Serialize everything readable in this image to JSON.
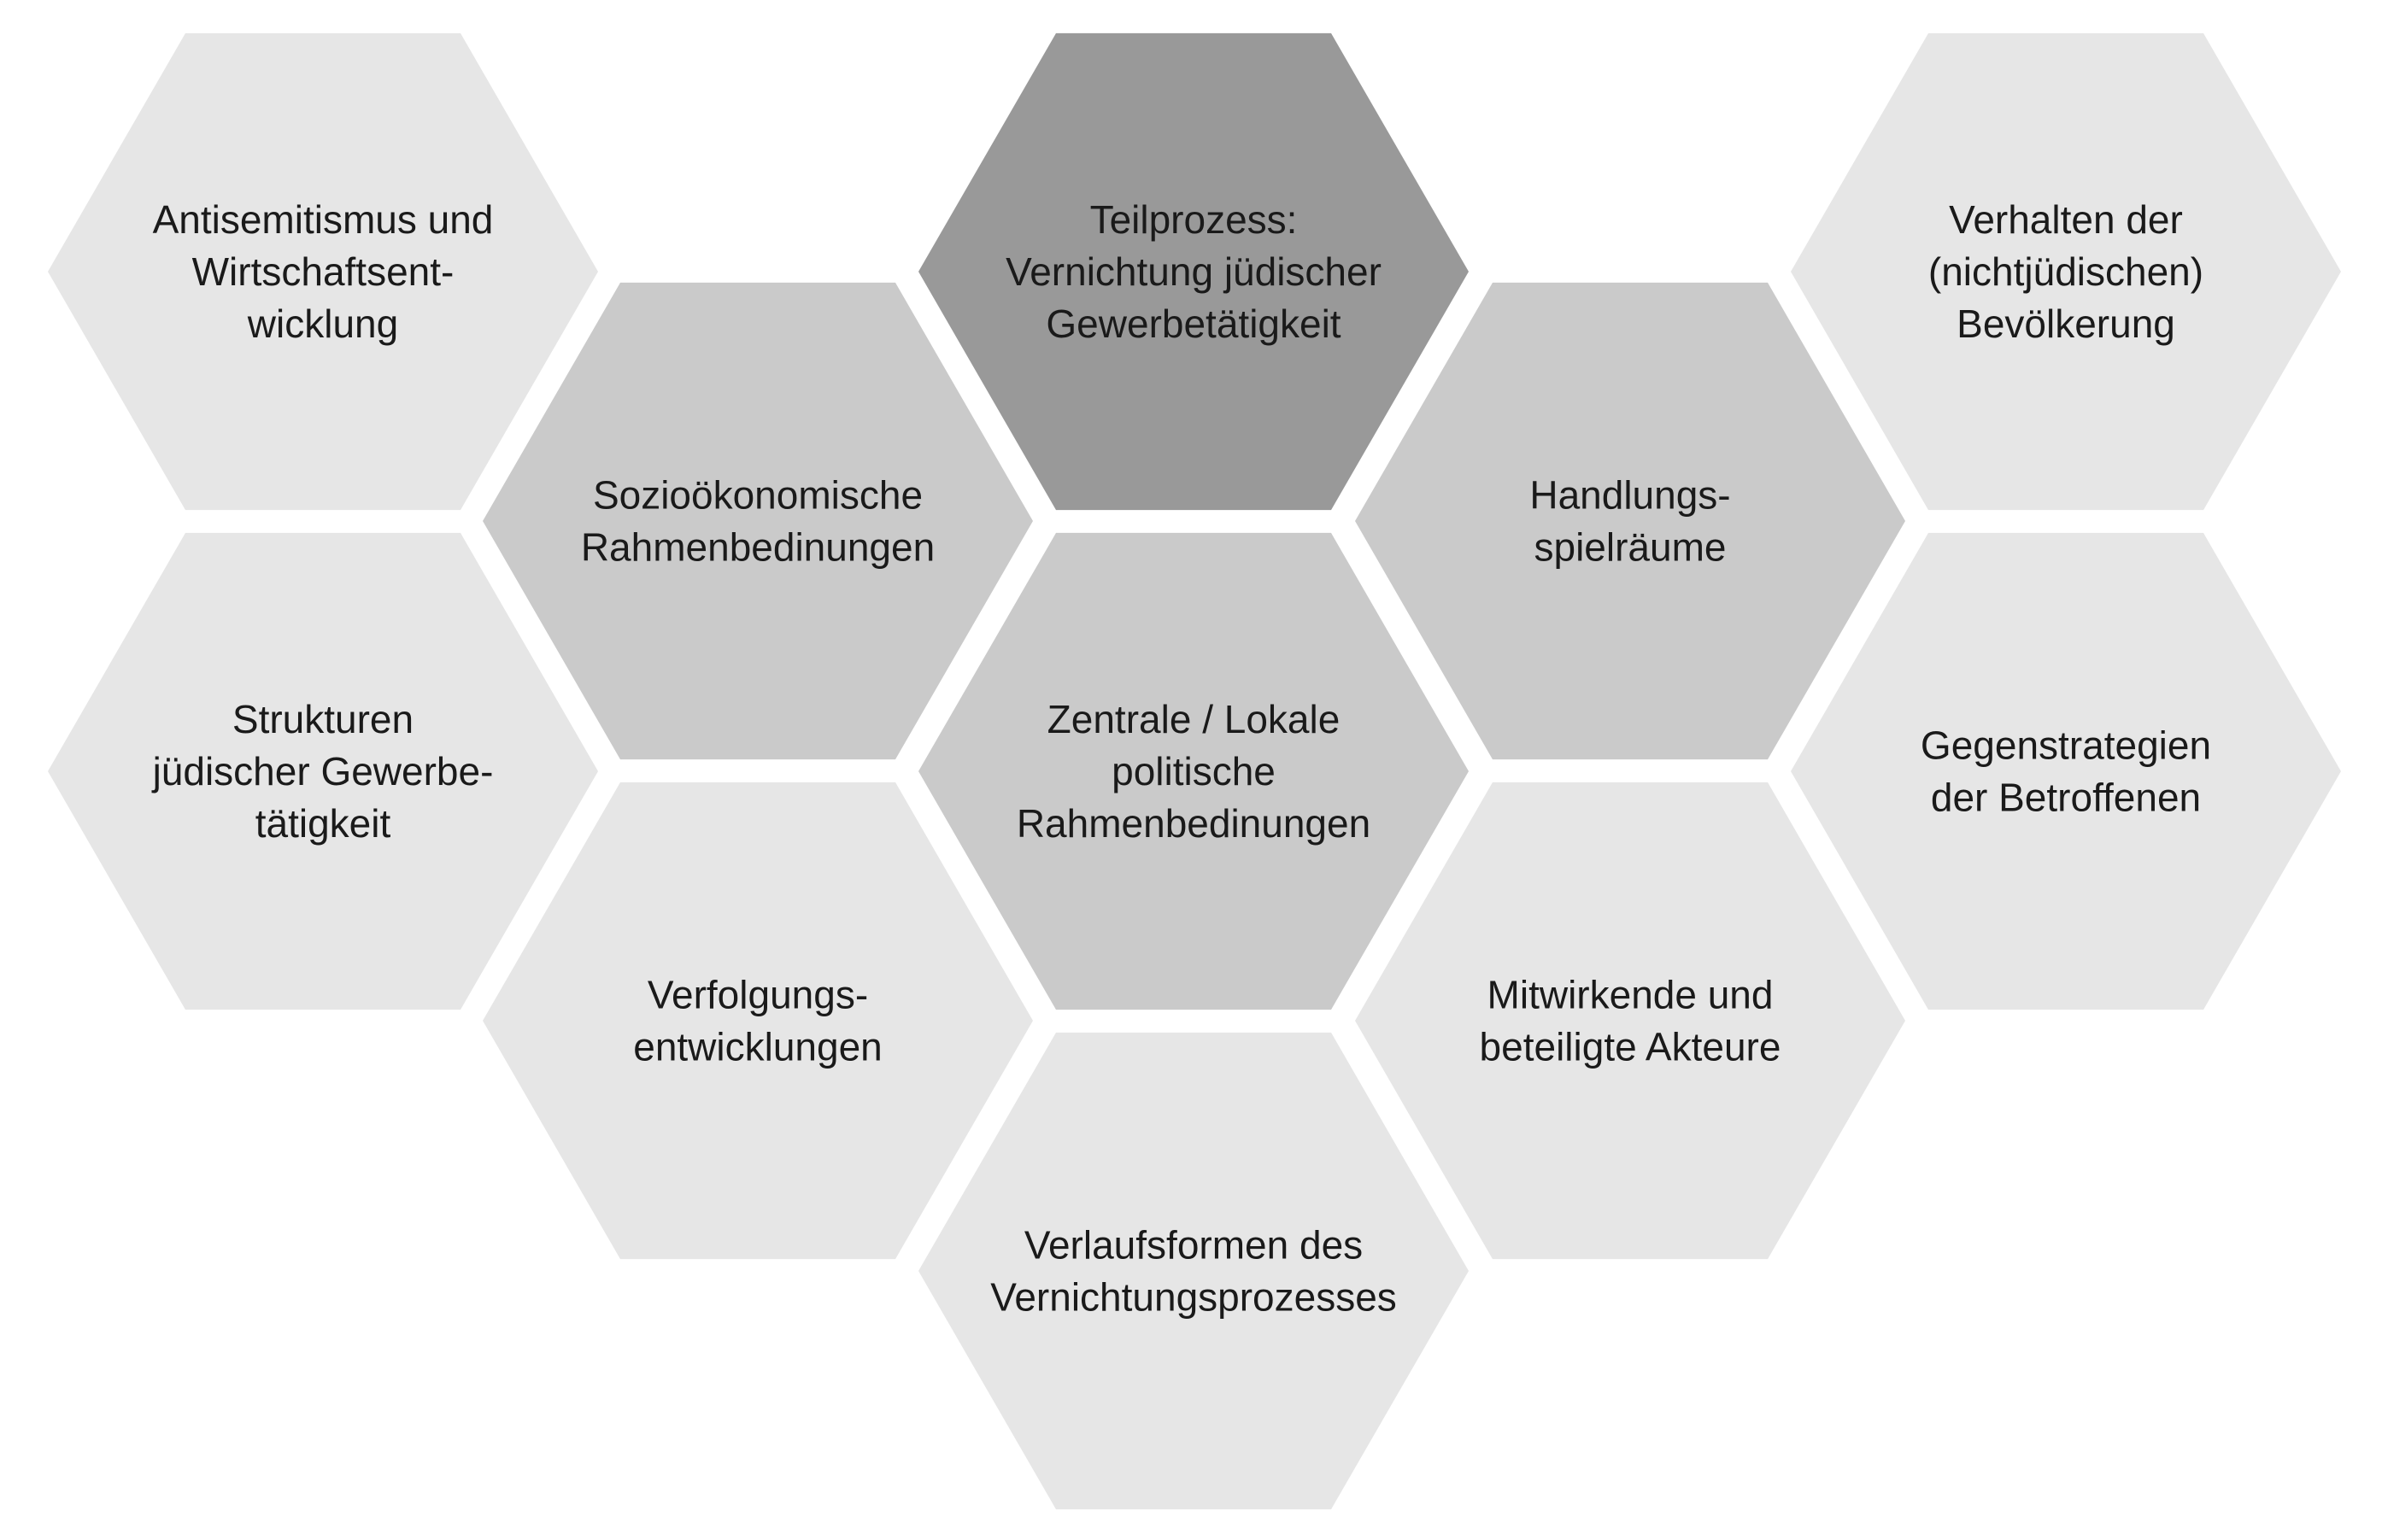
{
  "diagram": {
    "colors": {
      "background": "#ffffff",
      "central": "#999999",
      "inner": "#cacaca",
      "outer": "#e6e6e6",
      "text": "#1a1a1a"
    },
    "hexagons": [
      {
        "id": "antisemitismus",
        "tone": "outer",
        "lines": [
          "Antisemitismus und",
          "Wirtschaftsent-",
          "wicklung"
        ]
      },
      {
        "id": "strukturen",
        "tone": "outer",
        "lines": [
          "Strukturen",
          "jüdischer Gewerbe-",
          "tätigkeit"
        ]
      },
      {
        "id": "soziooekonomische",
        "tone": "inner",
        "lines": [
          "Sozioökonomische",
          "Rahmenbedinungen"
        ]
      },
      {
        "id": "verfolgungsentwicklungen",
        "tone": "outer",
        "lines": [
          "Verfolgungs-",
          "entwicklungen"
        ]
      },
      {
        "id": "teilprozess",
        "tone": "central",
        "lines": [
          "Teilprozess:",
          "Vernichtung jüdischer",
          "Gewerbetätigkeit"
        ]
      },
      {
        "id": "zentrale-lokale",
        "tone": "inner",
        "lines": [
          "Zentrale / Lokale",
          "politische",
          "Rahmenbedinungen"
        ]
      },
      {
        "id": "verlaufsformen",
        "tone": "outer",
        "lines": [
          "Verlaufsformen des",
          "Vernichtungsprozesses"
        ]
      },
      {
        "id": "handlungsspielraeume",
        "tone": "inner",
        "lines": [
          "Handlungs-",
          "spielräume"
        ]
      },
      {
        "id": "mitwirkende",
        "tone": "outer",
        "lines": [
          "Mitwirkende und",
          "beteiligte Akteure"
        ]
      },
      {
        "id": "verhalten",
        "tone": "outer",
        "lines": [
          "Verhalten der",
          "(nichtjüdischen)",
          "Bevölkerung"
        ]
      },
      {
        "id": "gegenstrategien",
        "tone": "outer",
        "lines": [
          "Gegenstrategien",
          "der Betroffenen"
        ]
      }
    ]
  }
}
